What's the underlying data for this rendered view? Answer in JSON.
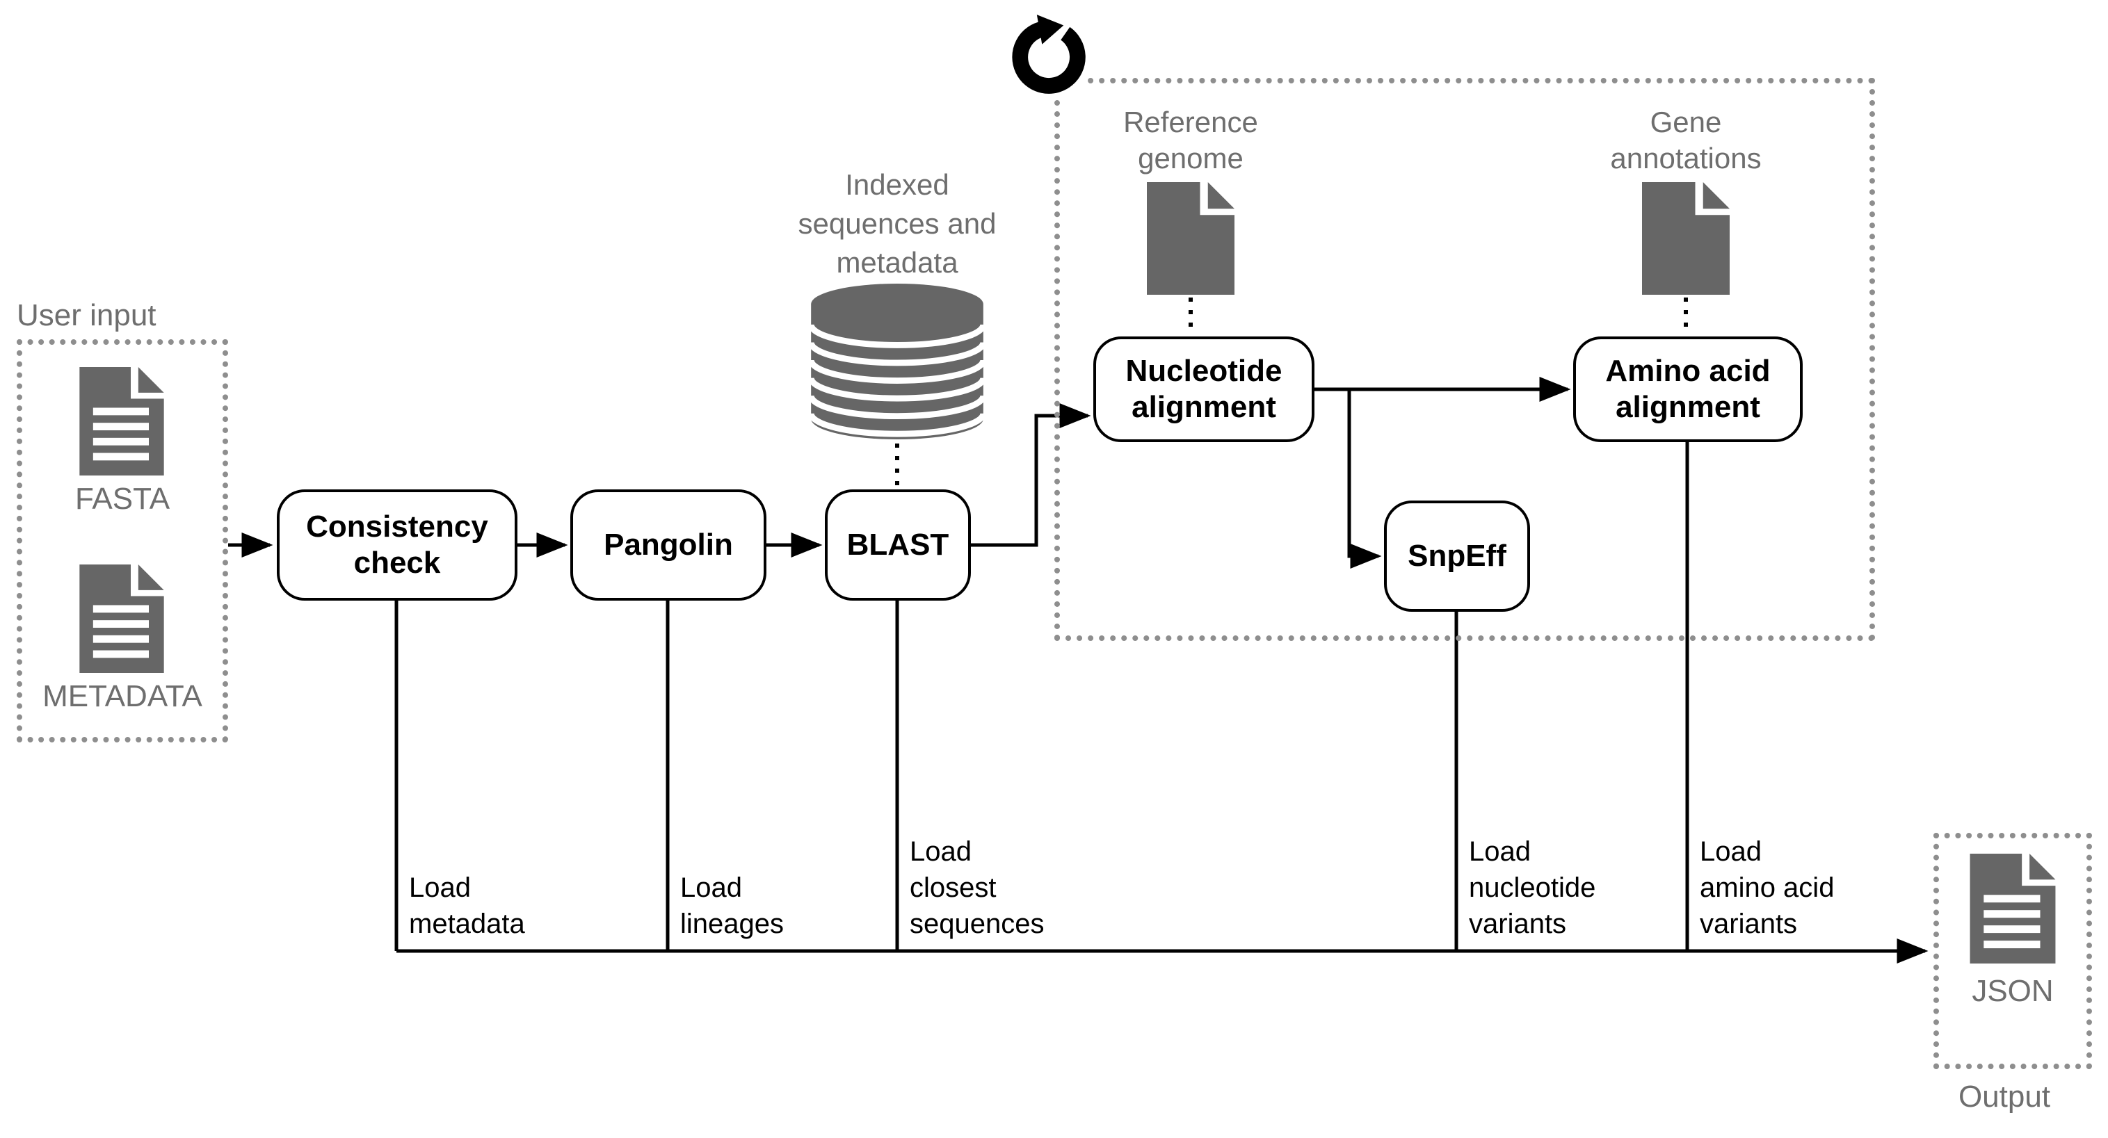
{
  "colors": {
    "line_black": "#000000",
    "icon_gray": "#666666",
    "label_gray": "#6e6e6e",
    "dotted_border_gray": "#8e8e8e",
    "node_fill": "#ffffff"
  },
  "user_input": {
    "title": "User input",
    "files": [
      {
        "label": "FASTA"
      },
      {
        "label": "METADATA"
      }
    ]
  },
  "nodes": {
    "consistency_check": {
      "label": "Consistency\ncheck"
    },
    "pangolin": {
      "label": "Pangolin"
    },
    "blast": {
      "label": "BLAST"
    },
    "nucleotide_alignment": {
      "label": "Nucleotide\nalignment"
    },
    "amino_acid_alignment": {
      "label": "Amino acid\nalignment"
    },
    "snpeff": {
      "label": "SnpEff"
    }
  },
  "database": {
    "label": "Indexed\nsequences and\nmetadata"
  },
  "loop_region": {
    "reference_genome": {
      "label": "Reference\ngenome"
    },
    "gene_annotations": {
      "label": "Gene\nannotations"
    }
  },
  "load_edges": [
    {
      "label": "Load\nmetadata"
    },
    {
      "label": "Load\nlineages"
    },
    {
      "label": "Load\nclosest\nsequences"
    },
    {
      "label": "Load\nnucleotide\nvariants"
    },
    {
      "label": "Load\namino acid\nvariants"
    }
  ],
  "output": {
    "title": "Output",
    "file_label": "JSON"
  }
}
